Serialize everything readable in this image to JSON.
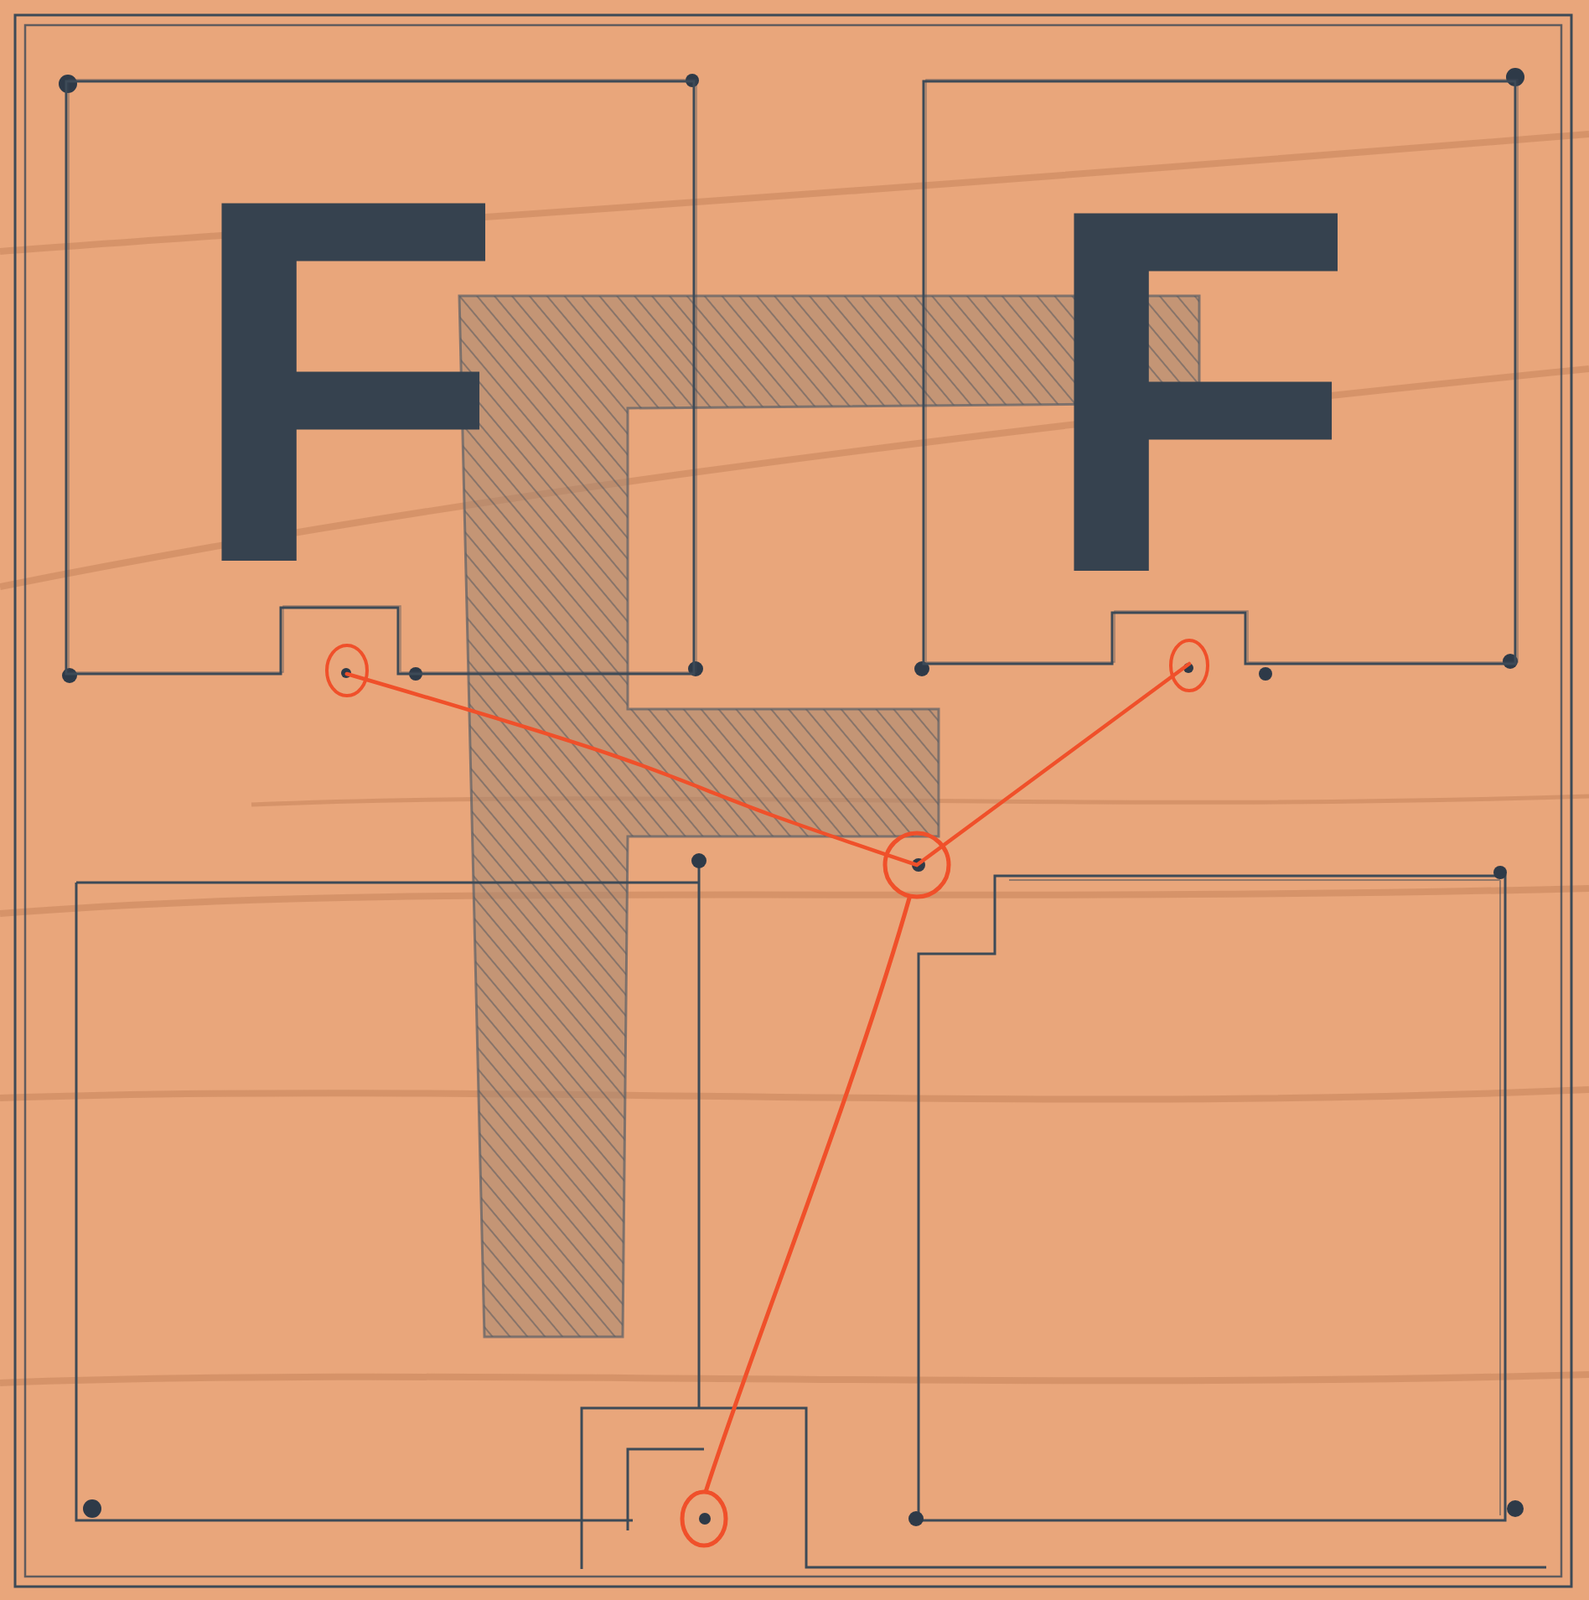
{
  "diagram": {
    "nodes": [
      {
        "text": [
          "F"
        ]
      },
      {
        "text": [
          "F"
        ]
      }
    ],
    "edges": [
      {
        "from": 0,
        "to": 1,
        "arrow": "none"
      }
    ]
  }
}
